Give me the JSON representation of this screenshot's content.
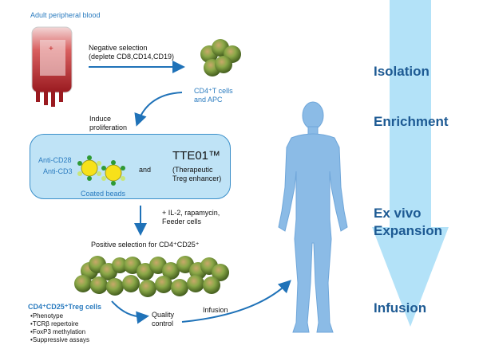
{
  "labels": {
    "source": "Adult peripheral blood",
    "neg_selection_line1": "Negative selection",
    "neg_selection_line2": "(deplete CD8,CD14,CD19)",
    "cells1_line1": "CD4⁺T cells",
    "cells1_line2": "and APC",
    "induce_line1": "Induce",
    "induce_line2": "proliferation",
    "anti_cd28": "Anti-CD28",
    "anti_cd3": "Anti-CD3",
    "coated_beads": "Coated beads",
    "and": "and",
    "tte": "TTE01™",
    "tte_desc_line1": "(Therapeutic",
    "tte_desc_line2": "Treg enhancer)",
    "additives_line1": "+ IL-2, rapamycin,",
    "additives_line2": "Feeder cells",
    "pos_selection": "Positive selection for CD4⁺CD25⁺",
    "treg_cells": "CD4⁺CD25⁺Treg cells",
    "qc_line1": "Quality",
    "qc_line2": "control",
    "infusion_label": "Infusion"
  },
  "qc_items": [
    "Phenotype",
    "TCRβ repertoire",
    "FoxP3 methylation",
    "Suppressive assays"
  ],
  "stages": [
    "Isolation",
    "Enrichment",
    "Ex vivo",
    "Expansion",
    "Infusion"
  ],
  "icons": {
    "blood_bag": "blood-bag-icon",
    "cell_cluster": "cell-cluster-icon",
    "beads": "coated-bead-icon",
    "human": "human-body-icon"
  },
  "colors": {
    "accent_blue": "#2a7bbf",
    "stage_text": "#1d5a93",
    "process_arrow": "#b3e2f8",
    "box_fill": "#bfe3f6",
    "body": "#8bbbe6",
    "cell_green": "#7a9a3c",
    "blood_red": "#b0242a",
    "bead_yellow": "#f7e11a"
  }
}
